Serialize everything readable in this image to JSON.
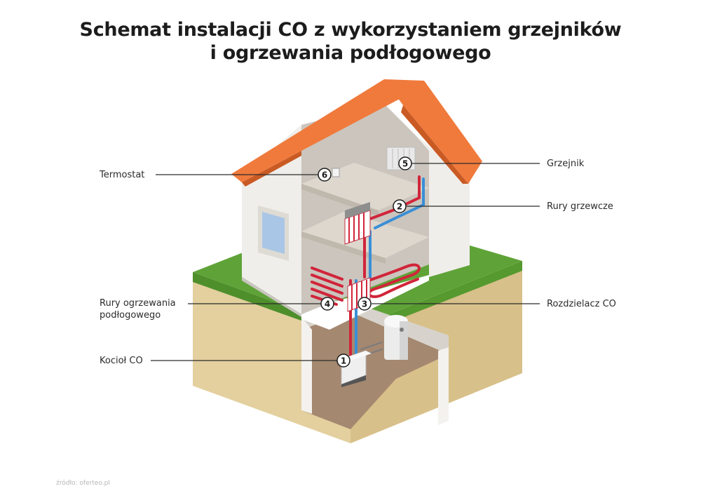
{
  "title": {
    "line1": "Schemat instalacji CO z wykorzystaniem grzejników",
    "line2": "i ogrzewania podłogowego"
  },
  "labels": {
    "termostat": "Termostat",
    "grzejnik": "Grzejnik",
    "rury_grzewcze": "Rury grzewcze",
    "rury_ogrzewania_line1": "Rury ogrzewania",
    "rury_ogrzewania_line2": "podłogowego",
    "rozdzielacz": "Rozdzielacz CO",
    "kociol": "Kocioł CO"
  },
  "markers": {
    "m1": "1",
    "m2": "2",
    "m3": "3",
    "m4": "4",
    "m5": "5",
    "m6": "6"
  },
  "source": "źródło: oferteo.pl",
  "colors": {
    "roof": "#f07a3c",
    "grass": "#5fa338",
    "soil": "#e2cf9c",
    "wall": "#efeeea",
    "hot_pipe": "#d1253a",
    "cold_pipe": "#3a8fd6"
  }
}
